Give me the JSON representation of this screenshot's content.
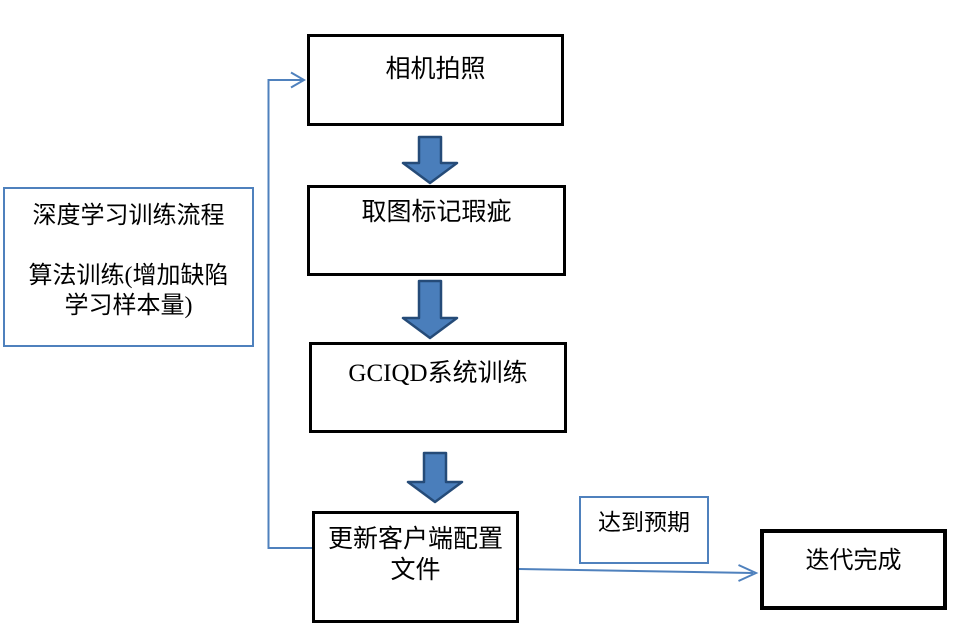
{
  "diagram": {
    "note": {
      "lines": [
        "深度学习训练流程",
        "",
        "算法训练(增加缺陷",
        "学习样本量)"
      ]
    },
    "nodes": {
      "camera": "相机拍照",
      "annotate": "取图标记瑕疵",
      "train": "GCIQD系统训练",
      "update_lines": [
        "更新客户端配置",
        "文件"
      ],
      "result": "迭代完成"
    },
    "condition_label": "达到预期"
  },
  "colors": {
    "background": "#ffffff",
    "node_border": "#000000",
    "note_border": "#4f81bd",
    "connector": "#4f81bd",
    "arrow_fill": "#4a7ebb",
    "arrow_stroke": "#254b78",
    "text": "#000000"
  }
}
